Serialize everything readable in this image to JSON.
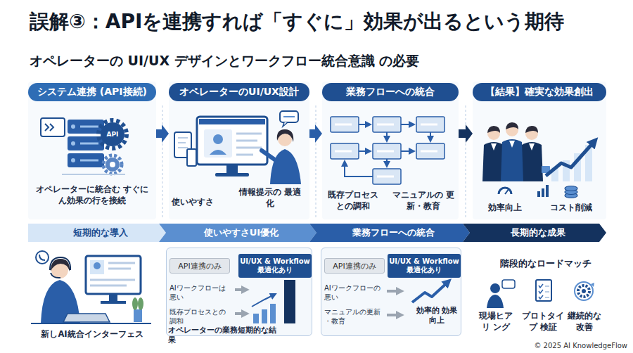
{
  "diagram": {
    "title": "誤解③：APIを連携すれば「すぐに」効果が出るという期待",
    "nodes": [
      {
        "text": [
          "システム連携 (API接続)",
          "オペレーターに統合む すぐにん効果の行を接続"
        ]
      },
      {
        "text": [
          "オペレーターのUI/UX設計",
          "使いやすさ",
          "情報提示の 最適化"
        ]
      },
      {
        "text": [
          "業務フローへの統合",
          "既存プロセス との調和",
          "マニュアルの 更新・教育"
        ]
      },
      {
        "text": [
          "【結果】確実な効果創出",
          "効率向上",
          "コスト削減"
        ]
      },
      {
        "text": [
          "短期的な導入"
        ]
      },
      {
        "text": [
          "使いやすさUI優化"
        ]
      },
      {
        "text": [
          "業務フローへの統合"
        ]
      },
      {
        "text": [
          "長期的な成果"
        ]
      },
      {
        "text": [
          "AIワークフローは 悪い",
          "既存プロセスとの 調和",
          "オペレーターの業務短期的な結果"
        ]
      },
      {
        "text": [
          "API連携のみ"
        ],
        "in": 8
      },
      {
        "text": [
          "UI/UX & Workflow 最適化あり"
        ],
        "in": 8
      },
      {
        "text": [
          "AIワークフローの 悪い",
          "マニュアルの更新 ・教育",
          "効率的 効果向上"
        ]
      },
      {
        "text": [
          "API連携のみ"
        ],
        "in": 11
      },
      {
        "text": [
          "UI/UX & Workflow 最適化あり"
        ],
        "in": 11
      }
    ],
    "edges": [
      {
        "from": 0,
        "to": 1,
        "arrow": "to"
      },
      {
        "from": 1,
        "to": 2,
        "arrow": "to"
      },
      {
        "from": 2,
        "to": 3,
        "arrow": "to"
      }
    ],
    "labels": [
      "オペレーターの UI/UX デザインとワークフロー統合意識 の必要",
      "API",
      "新しAI統合インターフェス",
      "階段的なロードマッチ",
      "現場ヒアリ ング",
      "プロトタイプ 検証",
      "継続的な 改善",
      "© 2025 AI KnowledgeFlow"
    ]
  }
}
